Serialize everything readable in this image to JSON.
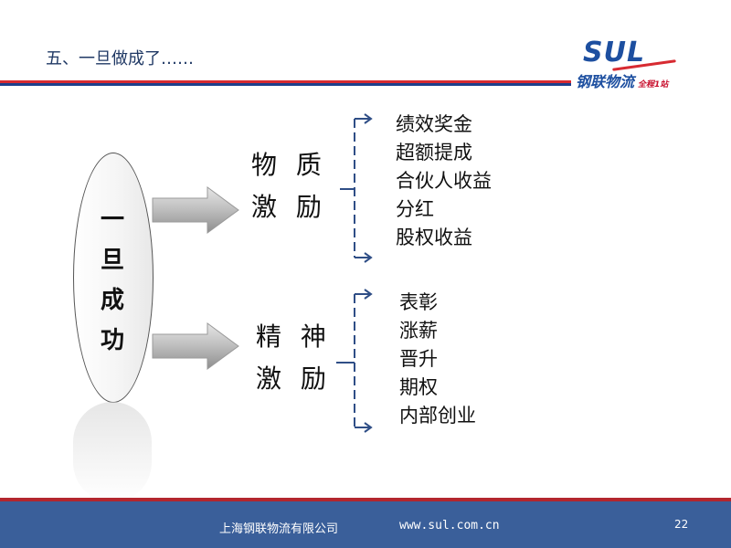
{
  "slide": {
    "title": "五、一旦做成了……",
    "page_number": "22"
  },
  "logo": {
    "brand": "SUL",
    "name": "钢联物流",
    "slogan": "全程1站"
  },
  "center_label": [
    "一",
    "旦",
    "成",
    "功"
  ],
  "branches": [
    {
      "category": [
        "物 质",
        "激 励"
      ],
      "items": [
        "绩效奖金",
        "超额提成",
        "合伙人收益",
        "分红",
        "股权收益"
      ]
    },
    {
      "category": [
        "精 神",
        "激 励"
      ],
      "items": [
        "表彰",
        "涨薪",
        "晋升",
        "期权",
        "内部创业"
      ]
    }
  ],
  "footer": {
    "company": "上海钢联物流有限公司",
    "url": "www.sul.com.cn"
  },
  "colors": {
    "title": "#1f3864",
    "accent_red": "#d72a31",
    "accent_blue": "#1d3f8c",
    "footer_bg": "#3a5f9a",
    "connector": "#2f4e86"
  }
}
